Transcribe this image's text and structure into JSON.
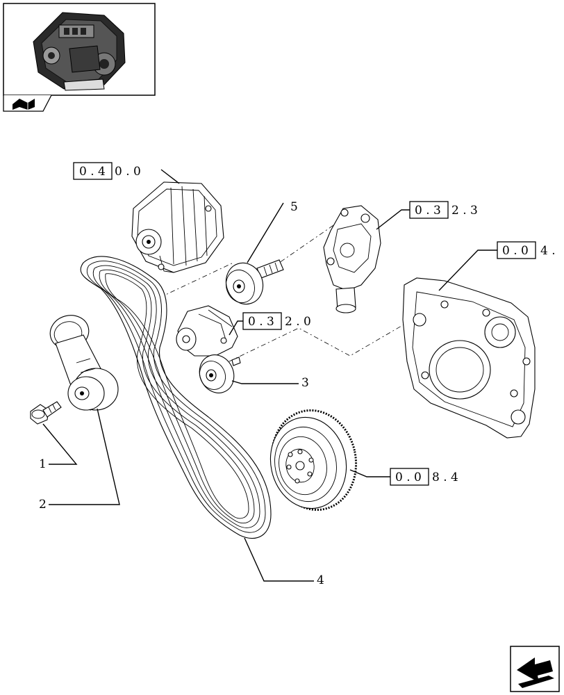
{
  "callouts": {
    "item_1": "1",
    "item_2": "2",
    "item_3": "3",
    "item_4": "4",
    "item_5": "5"
  },
  "references": {
    "alternator": {
      "box": "0 . 4",
      "rest": "0 . 0"
    },
    "water_pump": {
      "box": "0 . 3",
      "rest": "2 . 3"
    },
    "timing_cover": {
      "box": "0 . 0",
      "rest": "4 ."
    },
    "tensioner_bracket": {
      "box": "0 . 3",
      "rest": "2 . 0"
    },
    "damper_pulley": {
      "box": "0 . 0",
      "rest": "8 . 4"
    }
  },
  "icons": {
    "thumbnail": "engine-thumbnail-icon",
    "book": "book-icon",
    "next_page": "next-page-arrow-icon"
  }
}
